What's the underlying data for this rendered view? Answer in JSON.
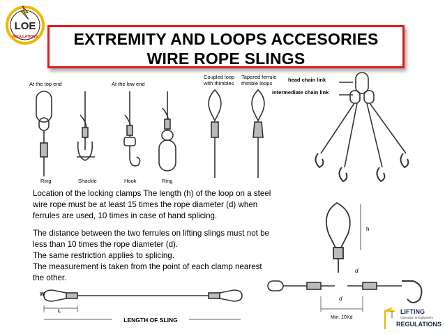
{
  "title": {
    "line1": "EXTREMITY AND LOOPS ACCESORIES",
    "line2": "WIRE ROPE SLINGS"
  },
  "logo_top": {
    "text": "LOE",
    "sub": "REGULATIONS"
  },
  "figure_top_left": {
    "label_top_end": "At the top end",
    "label_low_end": "At the low end",
    "label_coupled_1": "Coupled loop",
    "label_coupled_2": "with thimbles",
    "label_tapered_1": "Tapered ferrule",
    "label_tapered_2": "thimble loops",
    "captions": [
      "Ring",
      "Shackle",
      "Hook",
      "Ring"
    ]
  },
  "figure_chain": {
    "head_label": "head chain link",
    "intermediate_label": "intermediate chain link"
  },
  "paragraph1": "Location of the locking clamps The length (h) of the loop on a steel wire rope must be at least 15 times the rope diameter (d) when ferrules are used, 10 times in case of hand splicing.",
  "paragraph2": [
    "The distance between the two ferrules on lifting slings must not be less than 10 times the rope diameter (d).",
    "The same restriction applies to splicing.",
    "The measurement is taken from the point of each clamp nearest the other."
  ],
  "figure_loop": {
    "h": "h",
    "d": "d"
  },
  "figure_bottom_right": {
    "d": "d",
    "min": "Min. 10Xd"
  },
  "figure_bottom_left": {
    "w": "W",
    "l": "L",
    "length": "LENGTH OF SLING"
  },
  "logo_bottom": {
    "line1": "LIFTING",
    "line2": "Operation & Equipment",
    "line3": "REGULATIONS"
  }
}
